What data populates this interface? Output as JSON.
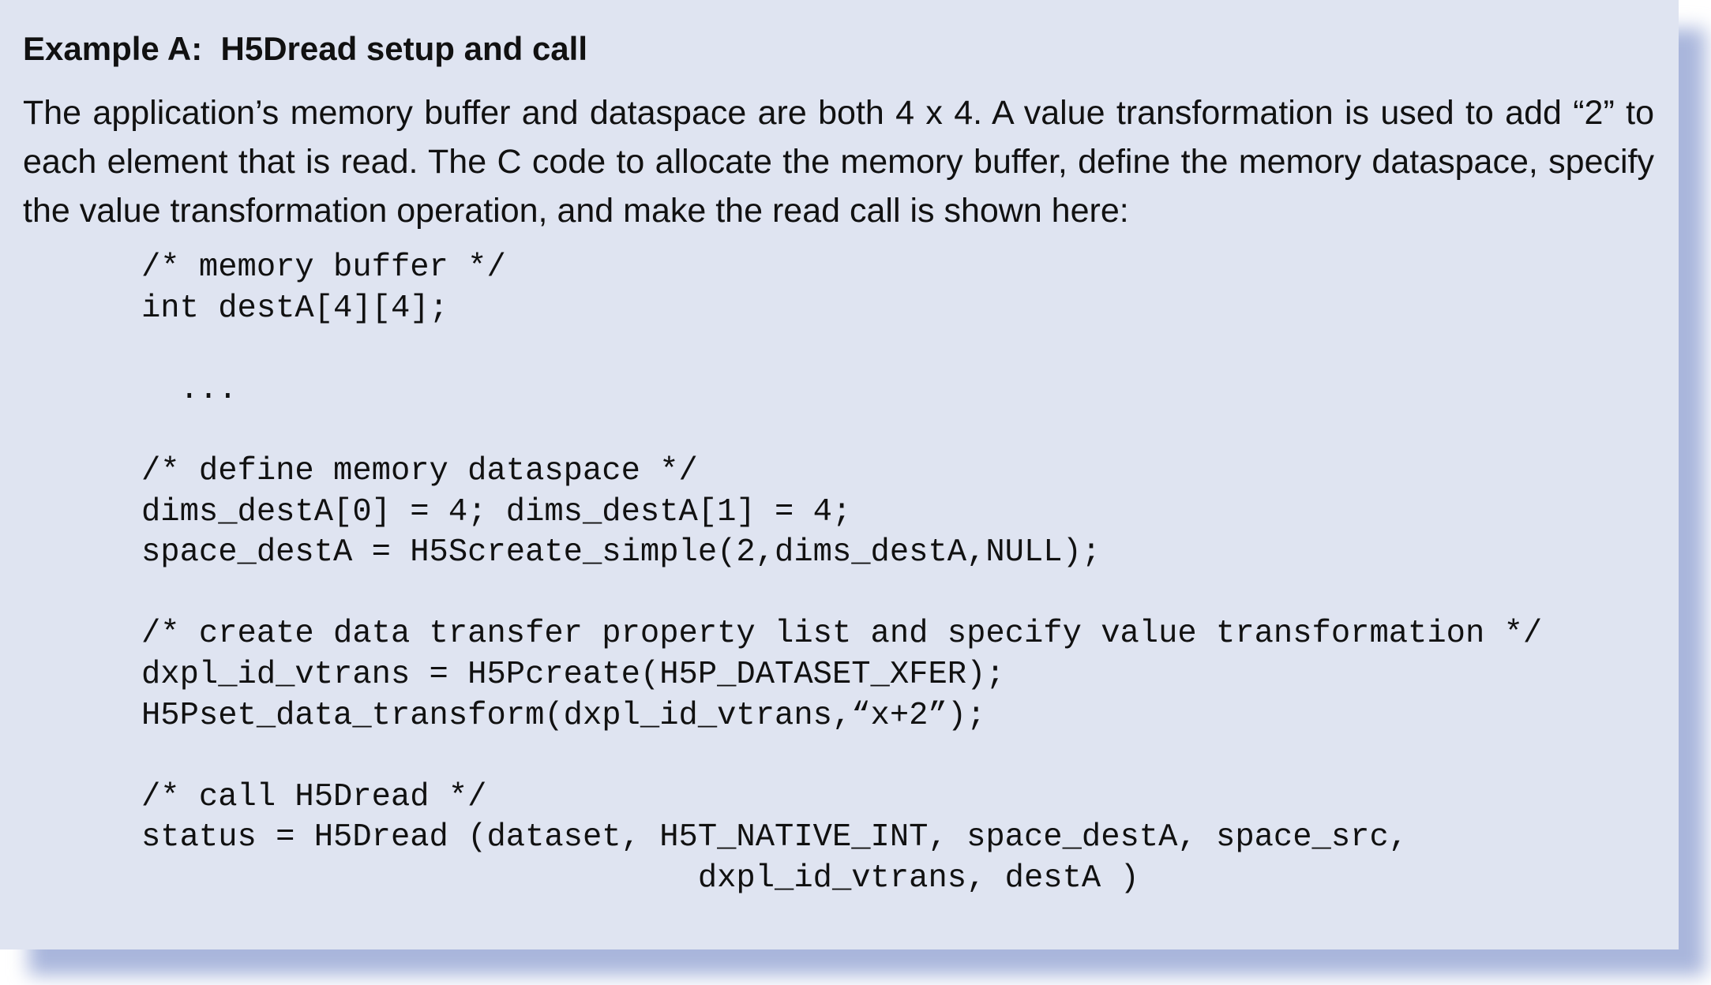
{
  "title": "Example A:  H5Dread setup and call",
  "paragraph": "The application’s memory buffer and dataspace are both 4 x 4. A value transformation is used to add “2” to each element that is read. The C code to allocate the memory buffer, define the memory dataspace, specify the value transformation operation, and make the read call is shown here:",
  "code_lines": [
    "/* memory buffer */",
    "int destA[4][4];",
    "",
    "  ...",
    "",
    "/* define memory dataspace */",
    "dims_destA[0] = 4; dims_destA[1] = 4;",
    "space_destA = H5Screate_simple(2,dims_destA,NULL);",
    "",
    "/* create data transfer property list and specify value transformation */",
    "dxpl_id_vtrans = H5Pcreate(H5P_DATASET_XFER);",
    "H5Pset_data_transform(dxpl_id_vtrans,“x+2”);",
    "",
    "/* call H5Dread */",
    "status = H5Dread (dataset, H5T_NATIVE_INT, space_destA, space_src,",
    "                             dxpl_id_vtrans, destA )"
  ],
  "colors": {
    "card_background": "#dfe4f1",
    "shadow": "#a9b6dc",
    "text": "#111111"
  }
}
